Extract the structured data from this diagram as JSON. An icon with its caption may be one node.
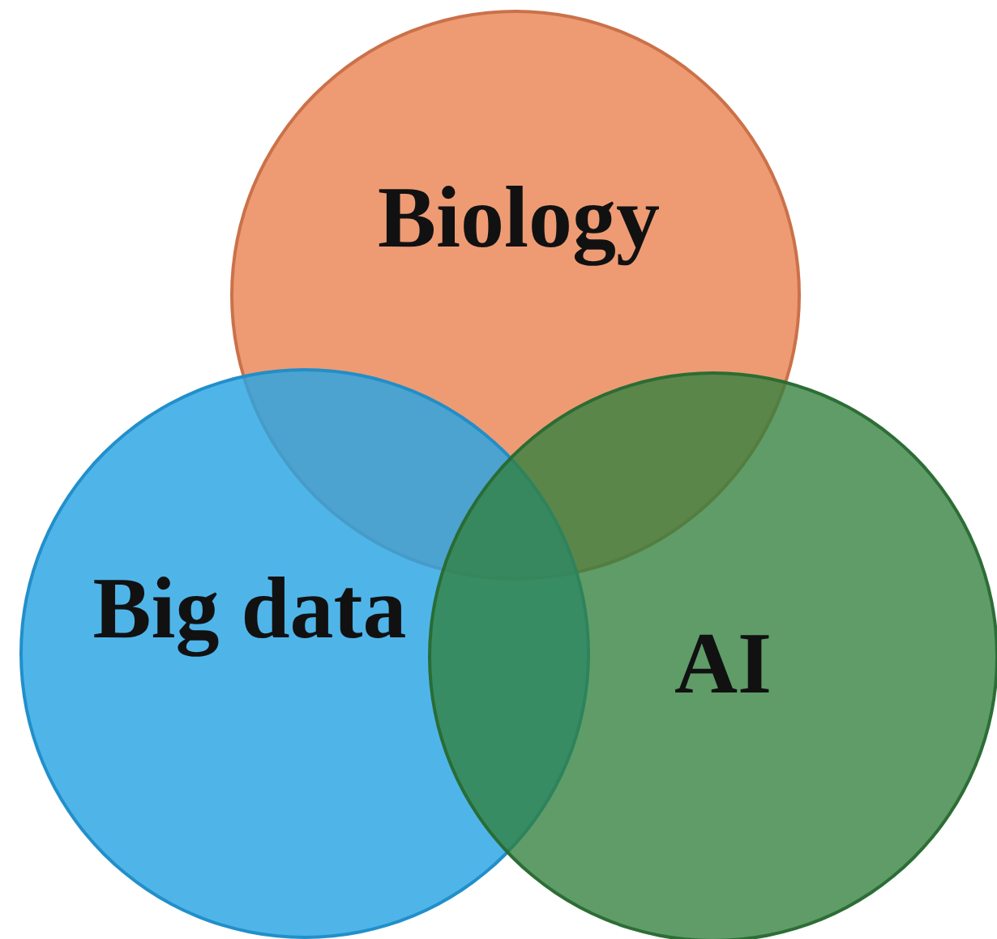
{
  "diagram": {
    "nodes": [
      {
        "text": [
          "Biology"
        ]
      },
      {
        "text": [
          "Big data"
        ]
      },
      {
        "text": [
          "AI"
        ]
      }
    ]
  }
}
